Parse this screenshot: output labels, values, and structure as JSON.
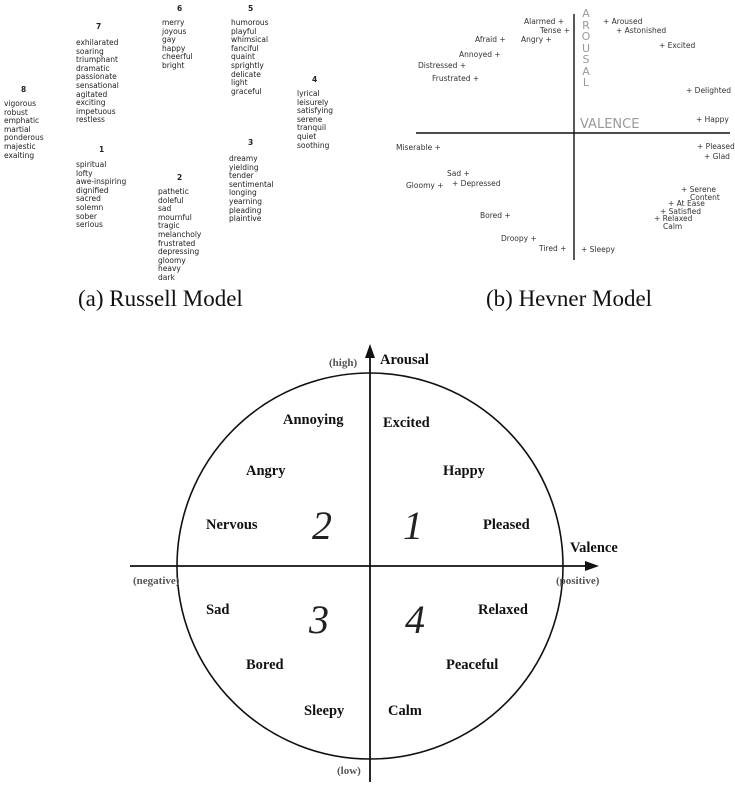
{
  "russell": {
    "caption": "(a) Russell Model",
    "groups": [
      {
        "number": "7",
        "words": [
          "exhilarated",
          "soaring",
          "triumphant",
          "dramatic",
          "passionate",
          "sensational",
          "agitated",
          "exciting",
          "impetuous",
          "restless"
        ]
      },
      {
        "number": "6",
        "words": [
          "merry",
          "joyous",
          "gay",
          "happy",
          "cheerful",
          "bright"
        ]
      },
      {
        "number": "5",
        "words": [
          "humorous",
          "playful",
          "whimsical",
          "fanciful",
          "quaint",
          "sprightly",
          "delicate",
          "light",
          "graceful"
        ]
      },
      {
        "number": "8",
        "words": [
          "vigorous",
          "robust",
          "emphatic",
          "martial",
          "ponderous",
          "majestic",
          "exalting"
        ]
      },
      {
        "number": "4",
        "words": [
          "lyrical",
          "leisurely",
          "satisfying",
          "serene",
          "tranquil",
          "quiet",
          "soothing"
        ]
      },
      {
        "number": "1",
        "words": [
          "spiritual",
          "lofty",
          "awe-inspiring",
          "dignified",
          "sacred",
          "solemn",
          "sober",
          "serious"
        ]
      },
      {
        "number": "2",
        "words": [
          "pathetic",
          "doleful",
          "sad",
          "mournful",
          "tragic",
          "melancholy",
          "frustrated",
          "depressing",
          "gloomy",
          "heavy",
          "dark"
        ]
      },
      {
        "number": "3",
        "words": [
          "dreamy",
          "yielding",
          "tender",
          "sentimental",
          "longing",
          "yearning",
          "pleading",
          "plaintive"
        ]
      }
    ]
  },
  "hevner": {
    "caption": "(b) Hevner Model",
    "axis_arousal": "AROUSAL",
    "axis_valence": "VALENCE",
    "terms": [
      "Alarmed +",
      "Tense +",
      "Afraid +",
      "Angry +",
      "Annoyed +",
      "Distressed +",
      "Frustrated +",
      "+ Aroused",
      "+ Astonished",
      "+ Excited",
      "+ Delighted",
      "+ Happy",
      "Miserable +",
      "Sad +",
      "Gloomy +",
      "+ Depressed",
      "Bored +",
      "Droopy +",
      "Tired +",
      "+ Sleepy",
      "+ Pleased",
      "+ Glad",
      "+ Serene",
      "Content",
      "+ At Ease",
      "+ Satisfied",
      "+ Relaxed",
      "Calm"
    ]
  },
  "circumplex": {
    "arousal_label": "Arousal",
    "valence_label": "Valence",
    "high": "(high)",
    "low": "(low)",
    "negative": "(negative)",
    "positive": "(positive)",
    "quadrants": [
      "1",
      "2",
      "3",
      "4"
    ],
    "words": {
      "annoying": "Annoying",
      "excited": "Excited",
      "angry": "Angry",
      "happy": "Happy",
      "nervous": "Nervous",
      "pleased": "Pleased",
      "sad": "Sad",
      "relaxed": "Relaxed",
      "bored": "Bored",
      "peaceful": "Peaceful",
      "sleepy": "Sleepy",
      "calm": "Calm"
    }
  }
}
